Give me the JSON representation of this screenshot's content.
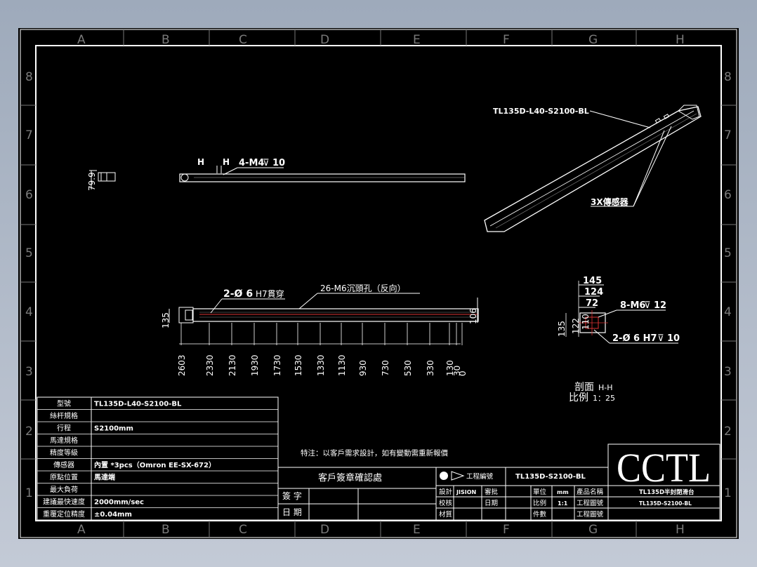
{
  "zone_letters": [
    "A",
    "B",
    "C",
    "D",
    "E",
    "F",
    "G",
    "H"
  ],
  "zone_numbers": [
    "8",
    "7",
    "6",
    "5",
    "4",
    "3",
    "2",
    "1"
  ],
  "views": {
    "side_callouts": {
      "h_left": "H",
      "h_right": "H",
      "hole_spec": "4-M4",
      "hole_depth": "10"
    },
    "left_dim": "79.9",
    "iso_model_label": "TL135D-L40-S2100-BL",
    "iso_sensor_label": "3X傳感器",
    "front_dim_height": "135",
    "front_dim_right": "106",
    "front_hole_spec": "2-Ø 6",
    "front_hole_tol": "H7貫穿",
    "front_cbore_spec": "26-M6沉頭孔（反向）",
    "front_ticks": [
      "2603",
      "2330",
      "2130",
      "1930",
      "1730",
      "1530",
      "1330",
      "1130",
      "930",
      "730",
      "530",
      "330",
      "130",
      "30",
      "0"
    ],
    "section_dims": {
      "w145": "145",
      "w124": "124",
      "w72": "72",
      "h135": "135",
      "h122": "122",
      "h110": "110"
    },
    "section_thread": "8-M6",
    "section_thread_depth": "12",
    "section_hole": "2-Ø 6 H7",
    "section_hole_depth": "10",
    "section_title": "剖面",
    "section_name": "H-H",
    "scale_title": "比例",
    "scale_value": "1：25"
  },
  "spec_table": [
    {
      "label": "型號",
      "value": "TL135D-L40-S2100-BL"
    },
    {
      "label": "絲杆規格",
      "value": ""
    },
    {
      "label": "行程",
      "value": "S2100mm"
    },
    {
      "label": "馬達規格",
      "value": ""
    },
    {
      "label": "精度等級",
      "value": ""
    },
    {
      "label": "傳感器",
      "value": "內置 *3pcs（Omron EE-SX-672）"
    },
    {
      "label": "原點位置",
      "value": "馬達端"
    },
    {
      "label": "最大負荷",
      "value": ""
    },
    {
      "label": "建議最快速度",
      "value": "2000mm/sec"
    },
    {
      "label": "重覆定位精度",
      "value": "±0.04mm"
    }
  ],
  "note": "特注：以客戶需求設計，如有變動需重新報價",
  "customer_box": {
    "title": "客戶簽章確認處",
    "sign_label": "簽 字",
    "date_label": "日 期"
  },
  "title_block": {
    "company_logo": "CCTL",
    "drawing_no_label": "工程編號",
    "drawing_no": "TL135D-S2100-BL",
    "design_label": "設計",
    "designer": "JISION",
    "approve_label": "審批",
    "check_label": "校核",
    "date_label": "日期",
    "material_label": "材質",
    "unit_label": "單位",
    "unit_value": "mm",
    "scale_label": "比例",
    "scale_value": "1:1",
    "qty_label": "件數",
    "product_label": "產品名稱",
    "product_value": "TL135D半封閉滑台",
    "drawing_label": "工程圖號",
    "drawing_value": "TL135D-S2100-BL",
    "drawing_label2": "工程圖號"
  }
}
